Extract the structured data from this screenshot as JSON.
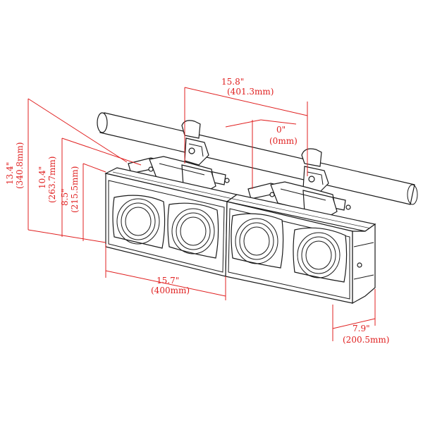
{
  "colors": {
    "dimension": "#e02020",
    "outline": "#1a1a1a",
    "background": "#ffffff"
  },
  "dimensions": {
    "top_width_in": "15.8\"",
    "top_width_mm": "(401.3mm)",
    "angle_in": "0\"",
    "angle_mm": "(0mm)",
    "height_total_in": "13.4\"",
    "height_total_mm": "(340.8mm)",
    "height_mid_in": "10.4\"",
    "height_mid_mm": "(263.7mm)",
    "height_body_in": "8.5\"",
    "height_body_mm": "(215.5mm)",
    "width_front_in": "15.7\"",
    "width_front_mm": "(400mm)",
    "depth_in": "7.9\"",
    "depth_mm": "(200.5mm)"
  }
}
